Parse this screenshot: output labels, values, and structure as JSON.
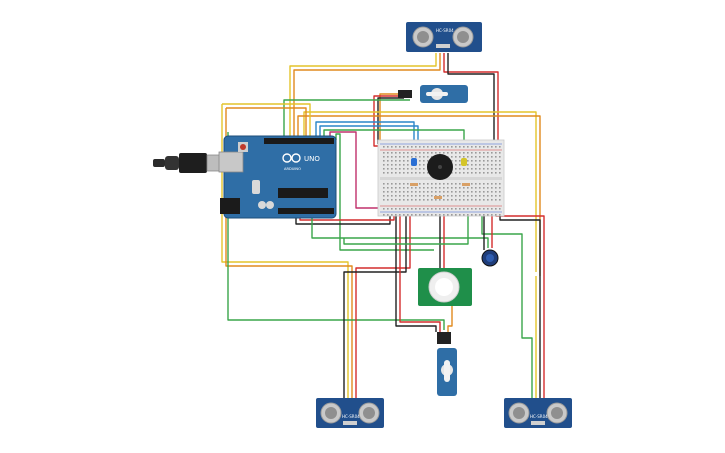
{
  "colors": {
    "background": "#ffffff",
    "board_blue": "#2f6ea6",
    "sensor_blue": "#214f8c",
    "pir_green": "#1f8f4a",
    "breadboard": "#e8e8e8",
    "wire_red": "#d42d2d",
    "wire_black": "#222222",
    "wire_yellow": "#e3c42a",
    "wire_orange": "#e08a1e",
    "wire_green": "#3aa64a",
    "wire_blue": "#2a86c9",
    "wire_magenta": "#c0306b"
  },
  "arduino": {
    "brand": "ARDUINO",
    "model": "UNO",
    "logo": "infinity-logo"
  },
  "sensors": {
    "top_label": "HC-SR04",
    "left_label": "HC-SR04",
    "right_label": "HC-SR04"
  },
  "icons": {
    "usb": "usb-plug-icon",
    "buzzer": "piezo-buzzer-icon",
    "pot": "potentiometer-icon",
    "servo": "servo-motor-icon",
    "pir": "pir-sensor-icon"
  }
}
